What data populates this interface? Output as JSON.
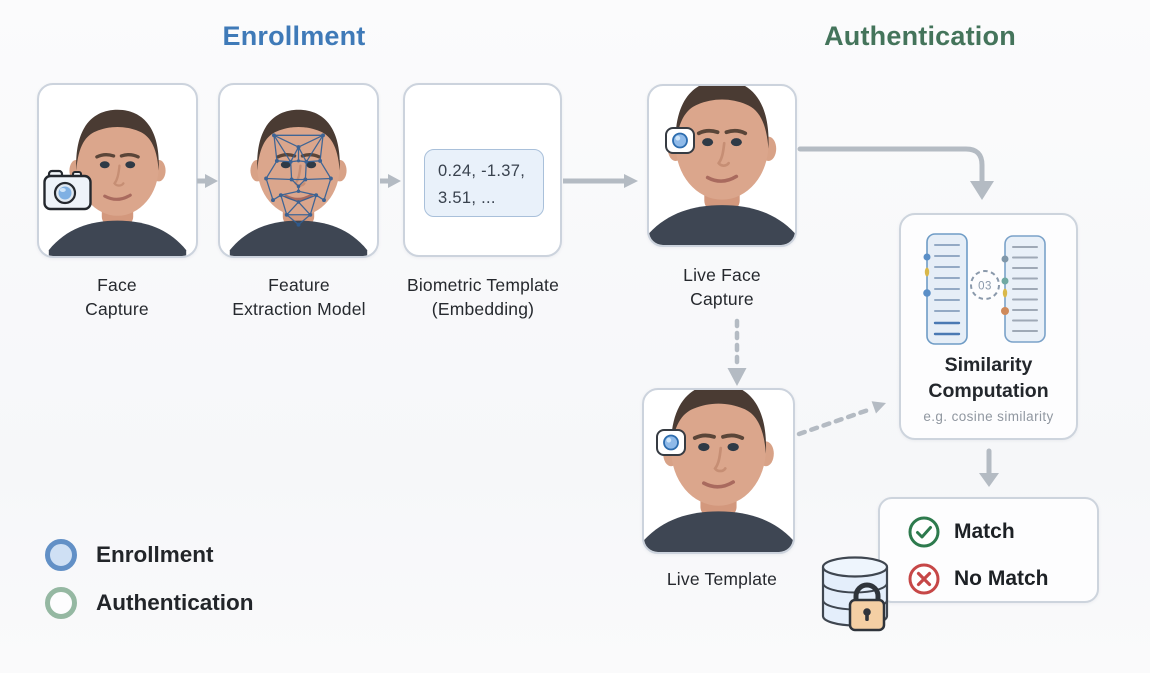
{
  "titles": {
    "enrollment": "Enrollment",
    "authentication": "Authentication"
  },
  "enrollment_flow": {
    "face_capture_label": [
      "Face",
      "Capture"
    ],
    "feature_extraction_label": [
      "Feature",
      "Extraction Model"
    ],
    "biometric_template_label": [
      "Biometric Template",
      "(Embedding)"
    ],
    "embedding_values": [
      "0.24, -1.37,",
      "3.51, ..."
    ]
  },
  "authentication_flow": {
    "live_face_capture_label": [
      "Live Face",
      "Capture"
    ],
    "live_template_label": "Live Template",
    "similarity": {
      "title": [
        "Similarity",
        "Computation"
      ],
      "subtitle": "e.g. cosine similarity",
      "badge": "03"
    },
    "results": {
      "match": "Match",
      "no_match": "No Match"
    }
  },
  "legend": {
    "items": [
      {
        "label": "Enrollment",
        "color": "#6290c6"
      },
      {
        "label": "Authentication",
        "color": "#95b8a2"
      }
    ]
  },
  "colors": {
    "enrollment_accent": "#3f7ab8",
    "authentication_accent": "#44745b",
    "arrow_gray": "#b4bbc3",
    "match_green": "#2d7a4d",
    "no_match_red": "#c64747",
    "embedding_box_bg": "#e9f1fa",
    "card_border": "#ccd3dd"
  }
}
